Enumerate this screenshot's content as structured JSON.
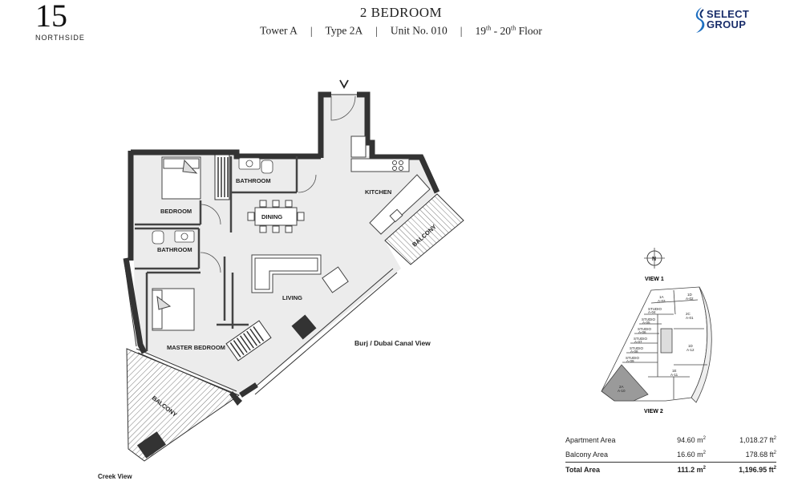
{
  "brand": {
    "number": "15",
    "name": "NORTHSIDE"
  },
  "header": {
    "title": "2 BEDROOM",
    "tower": "Tower A",
    "type": "Type 2A",
    "unit": "Unit No. 010",
    "floor_from": "19",
    "floor_from_sup": "th",
    "floor_mid": " - 20",
    "floor_to_sup": "th",
    "floor_suffix": " Floor"
  },
  "developer": {
    "line1": "SELECT",
    "line2": "GROUP",
    "accent": "#1e6fc1",
    "text_color": "#1a2e6b"
  },
  "rooms": {
    "bedroom": "BEDROOM",
    "bathroom_top": "BATHROOM",
    "bathroom_left": "BATHROOM",
    "dining": "DINING",
    "kitchen": "KITCHEN",
    "balcony_right": "BALCONY",
    "living": "LIVING",
    "master_bedroom": "MASTER BEDROOM",
    "balcony_bottom": "BALCONY"
  },
  "views": {
    "burj": "Burj / Dubai Canal View",
    "creek": "Creek View"
  },
  "key_plan": {
    "view1": "VIEW 1",
    "view2": "VIEW 2",
    "compass": "N",
    "units": [
      {
        "code": "1A",
        "ref": "A-03"
      },
      {
        "code": "1D",
        "ref": "A-02"
      },
      {
        "code": "STUDIO",
        "ref": "A-04"
      },
      {
        "code": "2C",
        "ref": "A-01"
      },
      {
        "code": "STUDIO",
        "ref": "A-05"
      },
      {
        "code": "STUDIO",
        "ref": "A-06"
      },
      {
        "code": "STUDIO",
        "ref": "A-07"
      },
      {
        "code": "STUDIO",
        "ref": "A-08"
      },
      {
        "code": "1D",
        "ref": "A-12"
      },
      {
        "code": "STUDIO",
        "ref": "A-09"
      },
      {
        "code": "1E",
        "ref": "A-11"
      },
      {
        "code": "2A",
        "ref": "A-10"
      }
    ],
    "highlight": "#9a9a9a"
  },
  "areas": {
    "rows": [
      {
        "label": "Apartment Area",
        "m2": "94.60 m",
        "ft2": "1,018.27 ft"
      },
      {
        "label": "Balcony Area",
        "m2": "16.60 m",
        "ft2": "178.68 ft"
      }
    ],
    "total": {
      "label": "Total Area",
      "m2": "111.2 m",
      "ft2": "1,196.95 ft"
    },
    "exp": "2"
  }
}
